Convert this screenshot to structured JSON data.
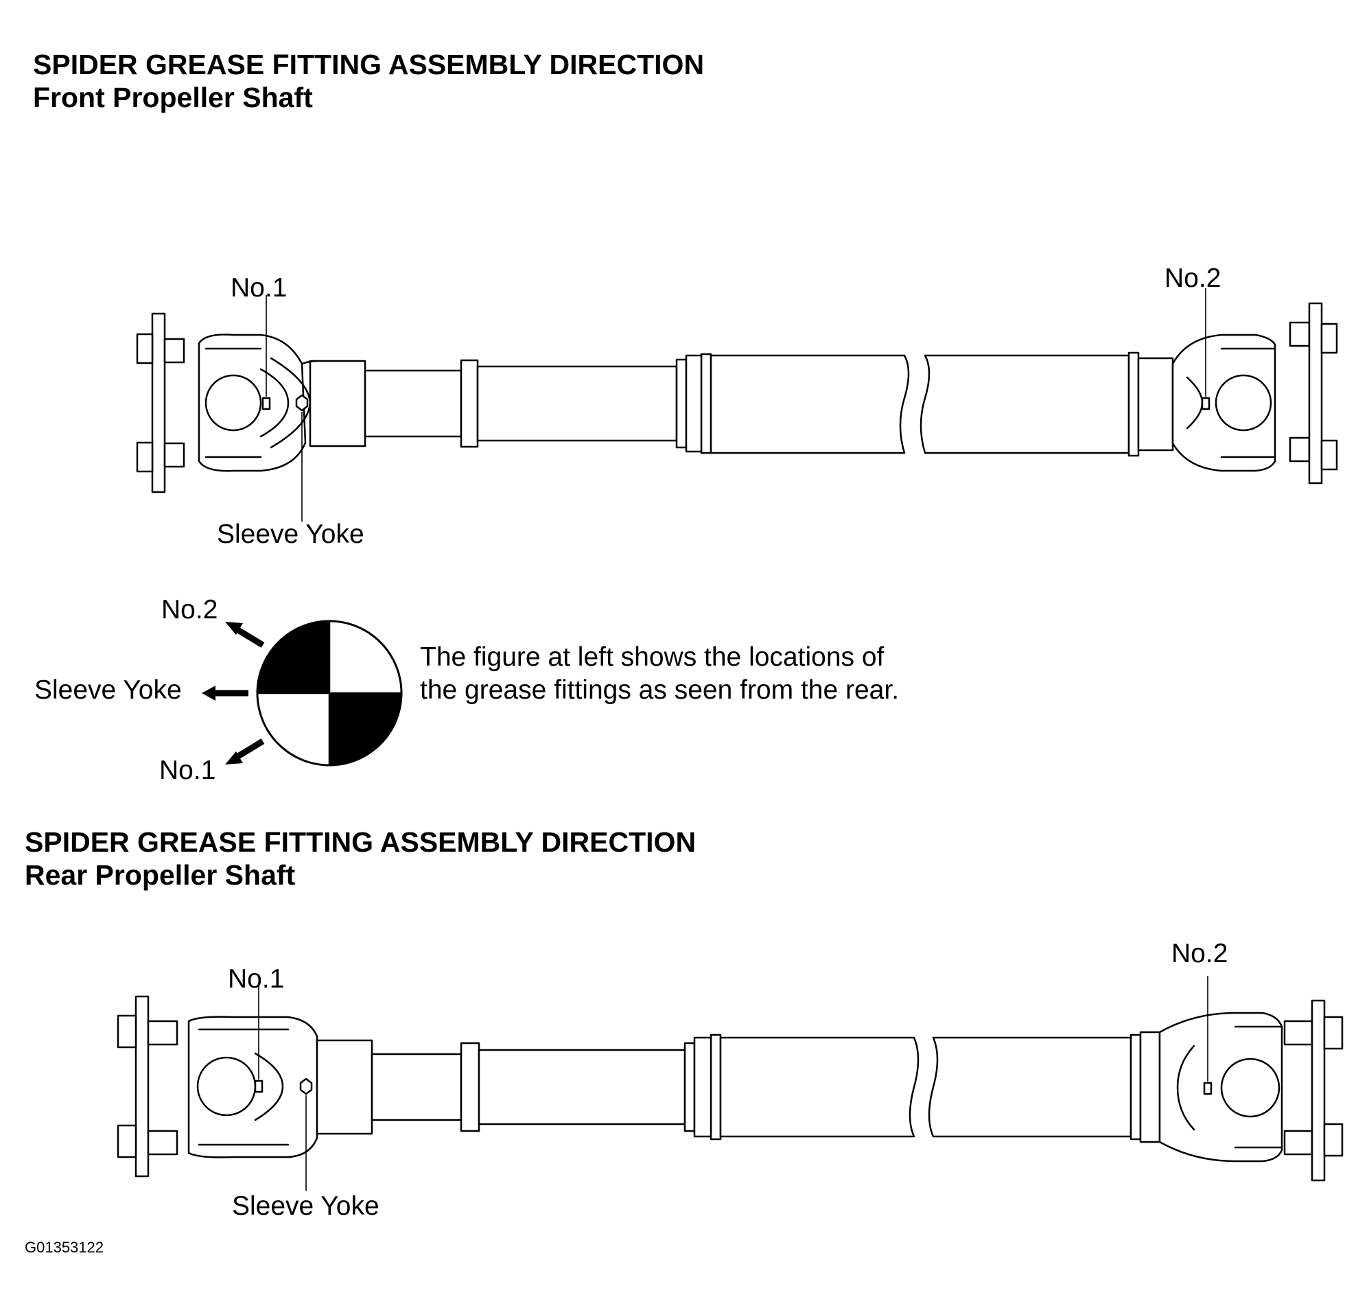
{
  "front": {
    "title": "SPIDER GREASE FITTING ASSEMBLY DIRECTION",
    "subtitle": "Front Propeller Shaft",
    "label_no1": "No.1",
    "label_no2": "No.2",
    "label_sleeve_yoke": "Sleeve Yoke"
  },
  "orientation": {
    "label_no2": "No.2",
    "label_sleeve_yoke": "Sleeve Yoke",
    "label_no1": "No.1",
    "note": "The figure at left shows the locations of the grease fittings as seen from the rear."
  },
  "rear": {
    "title": "SPIDER GREASE FITTING ASSEMBLY DIRECTION",
    "subtitle": "Rear Propeller Shaft",
    "label_no1": "No.1",
    "label_no2": "No.2",
    "label_sleeve_yoke": "Sleeve Yoke"
  },
  "figure_id": "G01353122"
}
